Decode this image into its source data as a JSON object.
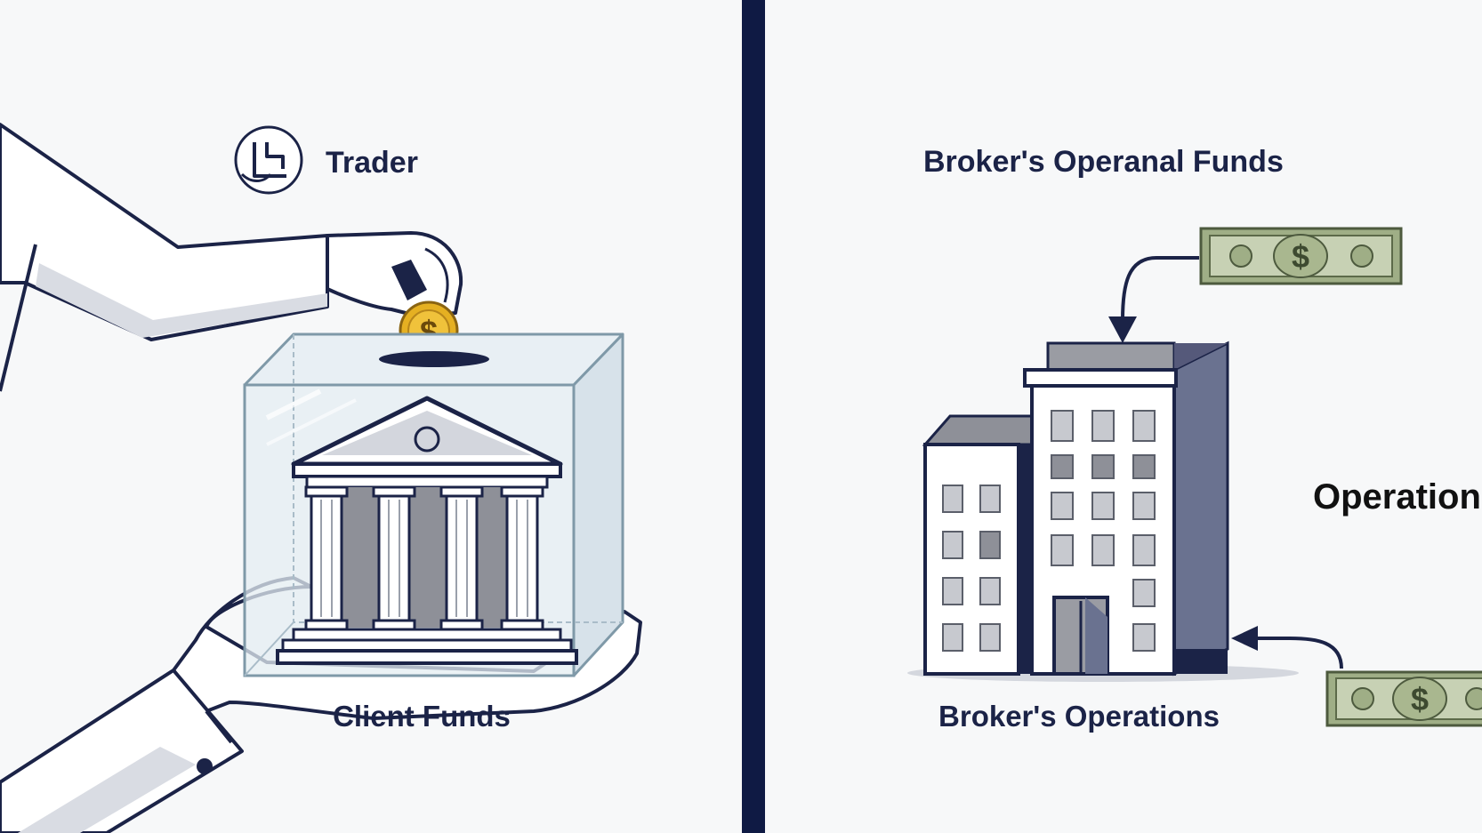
{
  "left_panel": {
    "trader_label": "Trader",
    "trader_icon": "trader-logo-icon",
    "vault_label": "Client Funds",
    "coin_symbol": "$"
  },
  "right_panel": {
    "title": "Broker's Operanal Funds",
    "building_label": "Broker's Operations",
    "side_label": "Operation",
    "bill_symbol": "$"
  },
  "colors": {
    "background": "#f7f8f9",
    "navy": "#1b2347",
    "divider": "#0f1a44",
    "coin_gold": "#e5b022",
    "bill_green": "#9fae86",
    "glass": "#dbe7ef",
    "gray": "#a9acb3"
  }
}
